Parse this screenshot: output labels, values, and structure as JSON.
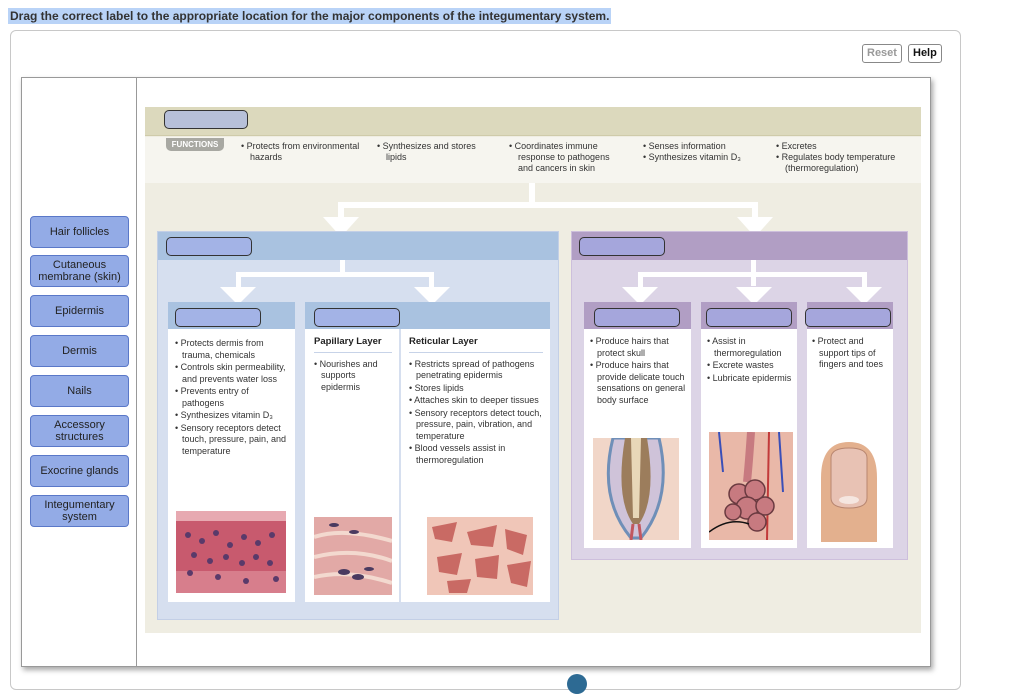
{
  "instruction": "Drag the correct label to the appropriate location for the major components of the integumentary system.",
  "toolbar": {
    "reset_label": "Reset",
    "help_label": "Help"
  },
  "label_bank": [
    {
      "label": "Hair follicles"
    },
    {
      "label": "Cutaneous membrane (skin)"
    },
    {
      "label": "Epidermis"
    },
    {
      "label": "Dermis"
    },
    {
      "label": "Nails"
    },
    {
      "label": "Accessory structures"
    },
    {
      "label": "Exocrine glands"
    },
    {
      "label": "Integumentary system"
    }
  ],
  "figure": {
    "functions_tag": "FUNCTIONS",
    "functions": [
      [
        "Protects from environmental hazards"
      ],
      [
        "Synthesizes and stores lipids"
      ],
      [
        "Coordinates immune response to pathogens and cancers in skin"
      ],
      [
        "Senses information",
        "Synthesizes vitamin D₃"
      ],
      [
        "Excretes",
        "Regulates body temperature (thermoregulation)"
      ]
    ],
    "epidermis_functions": [
      "Protects dermis from trauma, chemicals",
      "Controls skin permeability, and prevents water loss",
      "Prevents entry of pathogens",
      "Synthesizes vitamin D₃",
      "Sensory receptors detect touch, pressure, pain, and temperature"
    ],
    "papillary": {
      "title": "Papillary Layer",
      "items": [
        "Nourishes and supports epidermis"
      ]
    },
    "reticular": {
      "title": "Reticular Layer",
      "items": [
        "Restricts spread of pathogens penetrating epidermis",
        "Stores lipids",
        "Attaches skin to deeper tissues",
        "Sensory receptors detect touch, pressure, pain, vibration, and temperature",
        "Blood vessels assist in thermoregulation"
      ]
    },
    "hair_functions": [
      "Produce hairs that protect skull",
      "Produce hairs that provide delicate touch sensations on general body surface"
    ],
    "gland_functions": [
      "Assist in thermoregulation",
      "Excrete wastes",
      "Lubricate epidermis"
    ],
    "nail_functions": [
      "Protect and support tips of fingers and toes"
    ]
  },
  "colors": {
    "label_fill": "#93abe6",
    "blue_panel": "#d6dfef",
    "purple_panel": "#dcd4e6",
    "figure_bg": "#efede2"
  }
}
